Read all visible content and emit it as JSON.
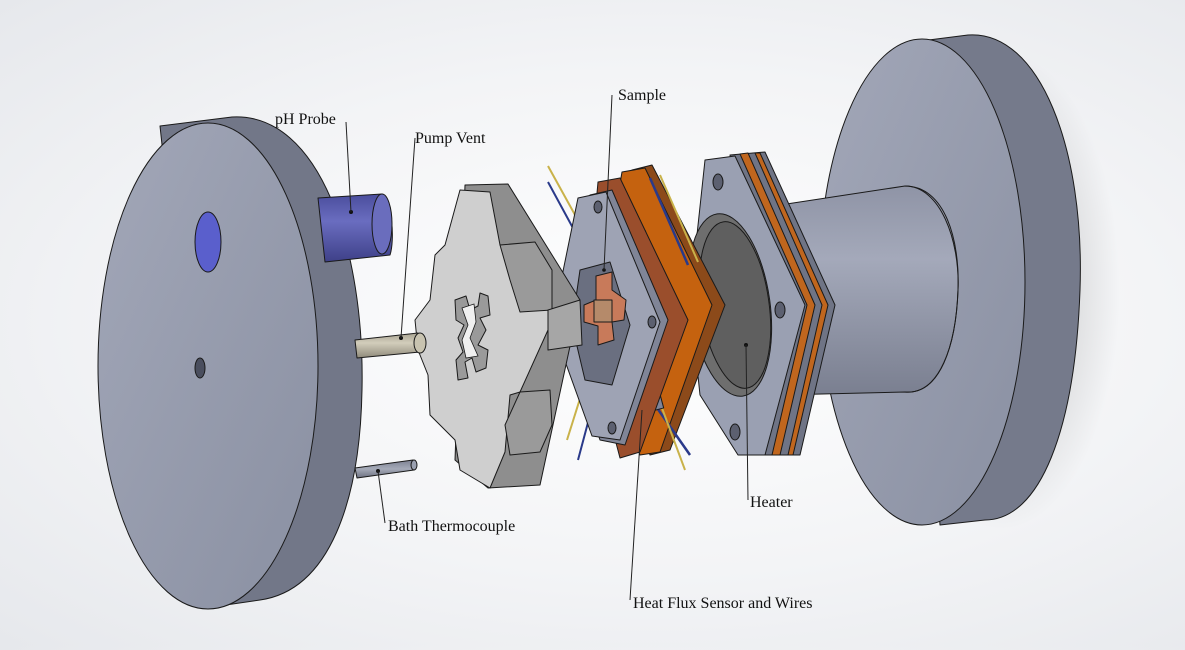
{
  "labels": {
    "ph_probe": "pH Probe",
    "pump_vent": "Pump Vent",
    "sample": "Sample",
    "bath_thermocouple": "Bath Thermocouple",
    "heater": "Heater",
    "heat_flux_sensor": "Heat Flux Sensor and Wires"
  },
  "colors": {
    "steel_face": "#9096a8",
    "steel_side": "#6f7485",
    "steel_top": "#b8bcc8",
    "gasket": "#c8c8c8",
    "copper": "#b45a14",
    "copper_dark": "#8a4a3a",
    "probe_blue": "#5558a8",
    "vent_tan": "#bdb8a6"
  }
}
